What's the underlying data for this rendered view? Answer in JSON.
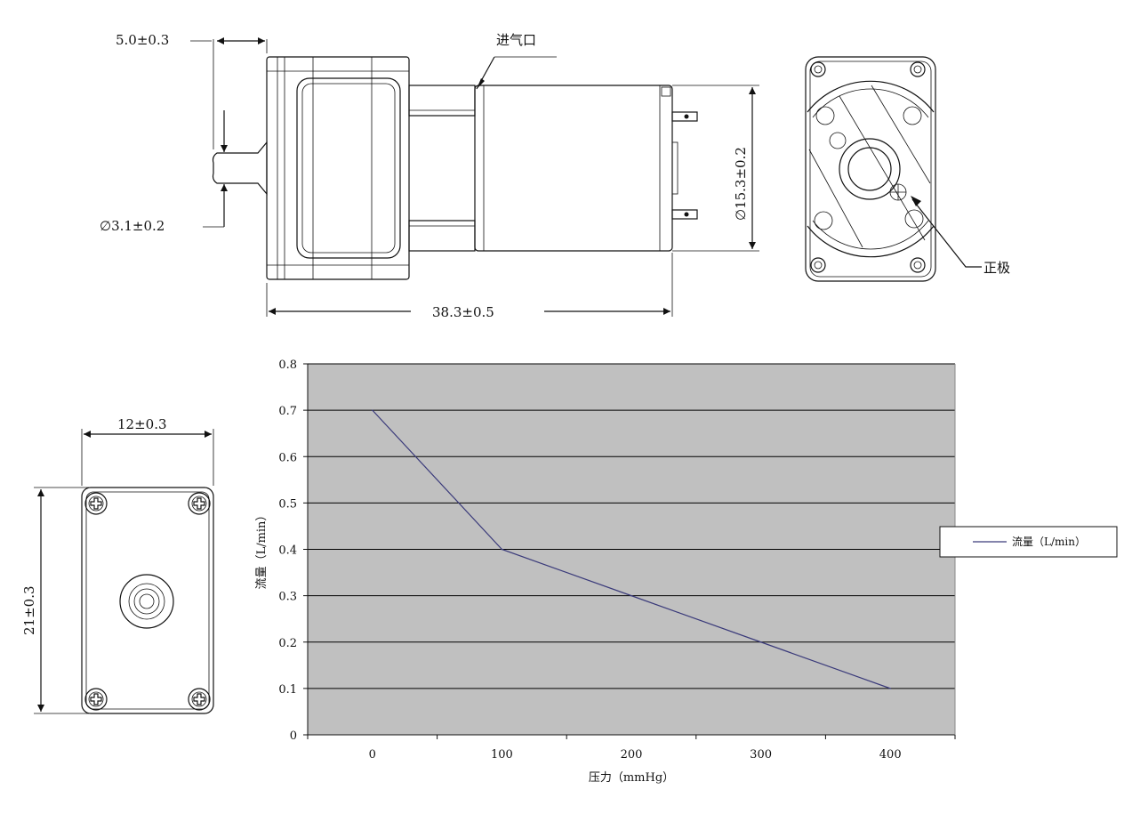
{
  "drawing": {
    "dims": {
      "shaft_length": "5.0±0.3",
      "shaft_diameter": "∅3.1±0.2",
      "total_length": "38.3±0.5",
      "motor_diameter": "∅15.3±0.2",
      "width": "12±0.3",
      "height": "21±0.3"
    },
    "labels": {
      "inlet": "进气口",
      "positive": "正极"
    }
  },
  "chart_data": {
    "type": "line",
    "x": [
      0,
      100,
      200,
      300,
      400
    ],
    "series": [
      {
        "name": "流量（L/min）",
        "values": [
          0.7,
          0.4,
          0.3,
          0.2,
          0.1
        ]
      }
    ],
    "xlabel": "压力（mmHg）",
    "ylabel": "流量（L/min）",
    "xlim": [
      -50,
      450
    ],
    "ylim": [
      0,
      0.8
    ],
    "x_ticks": [
      "0",
      "100",
      "200",
      "300",
      "400"
    ],
    "y_ticks": [
      "0",
      "0.1",
      "0.2",
      "0.3",
      "0.4",
      "0.5",
      "0.6",
      "0.7",
      "0.8"
    ],
    "grid": true,
    "legend": "right",
    "colors": {
      "plot_bg": "#c0c0c0",
      "line": "#3a3a7a",
      "grid": "#000000"
    }
  }
}
